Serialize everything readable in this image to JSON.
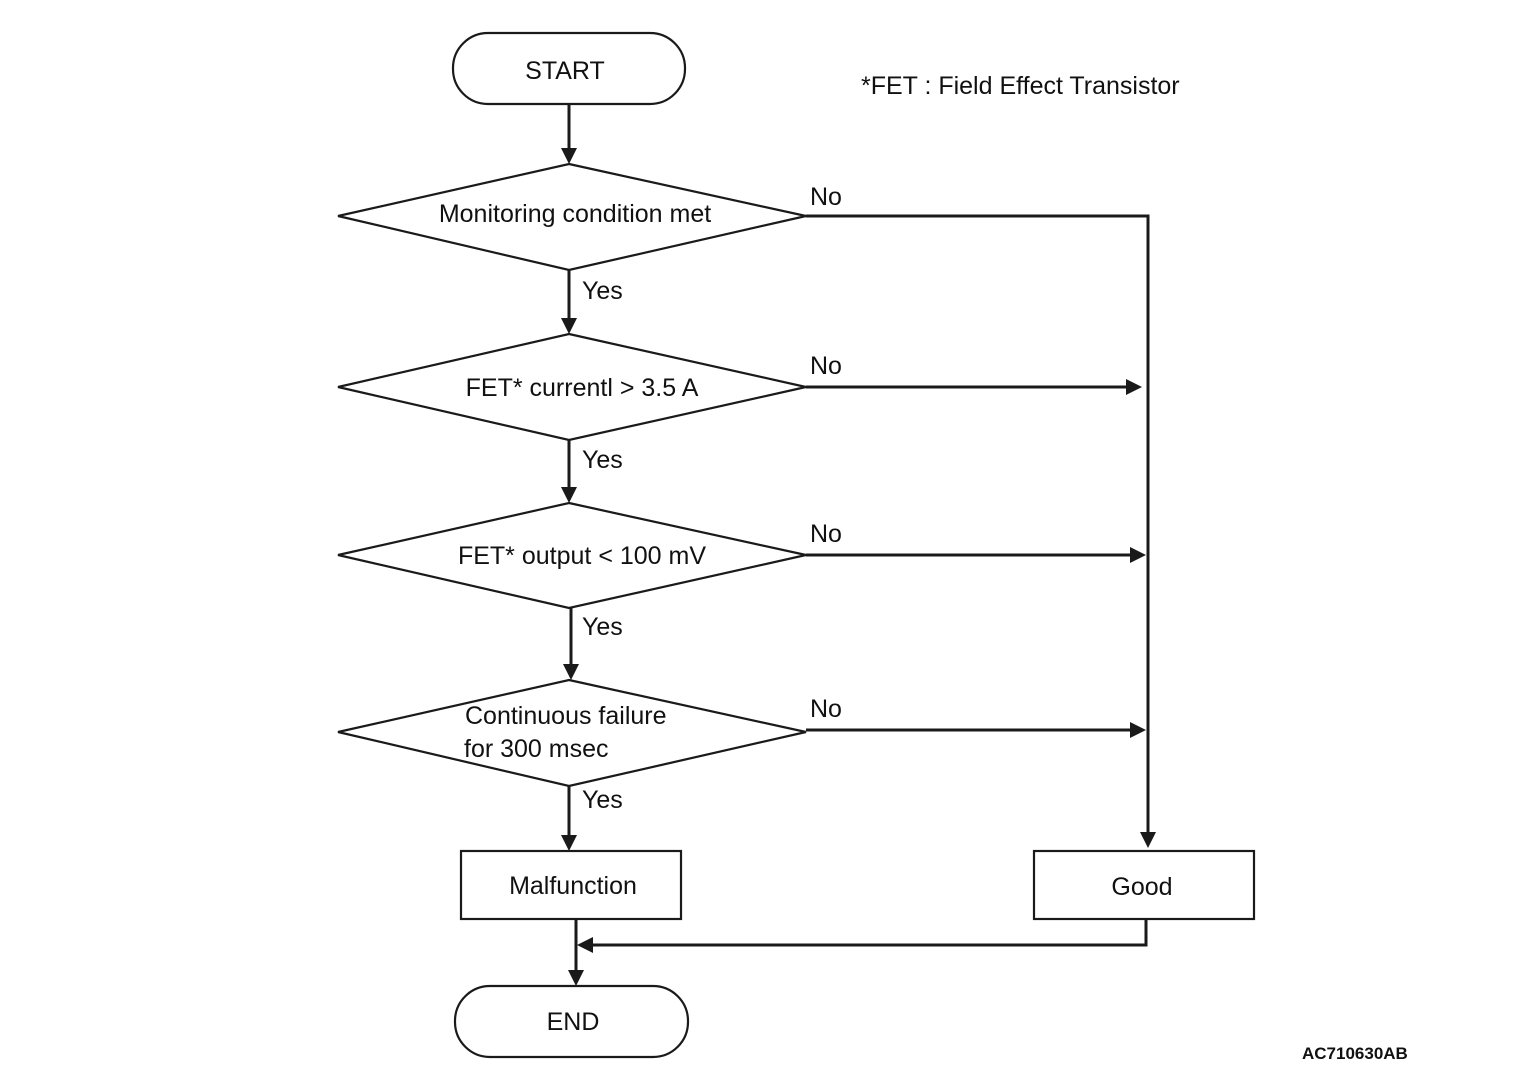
{
  "footnote": "*FET : Field Effect Transistor",
  "figure_code": "AC710630AB",
  "nodes": {
    "start": "START",
    "decision_1": "Monitoring condition met",
    "decision_2": "FET* currentl > 3.5 A",
    "decision_3": "FET* output < 100 mV",
    "decision_4_line1": "Continuous failure",
    "decision_4_line2": "for 300 msec",
    "malfunction": "Malfunction",
    "good": "Good",
    "end": "END"
  },
  "edges": {
    "yes": "Yes",
    "no": "No"
  }
}
